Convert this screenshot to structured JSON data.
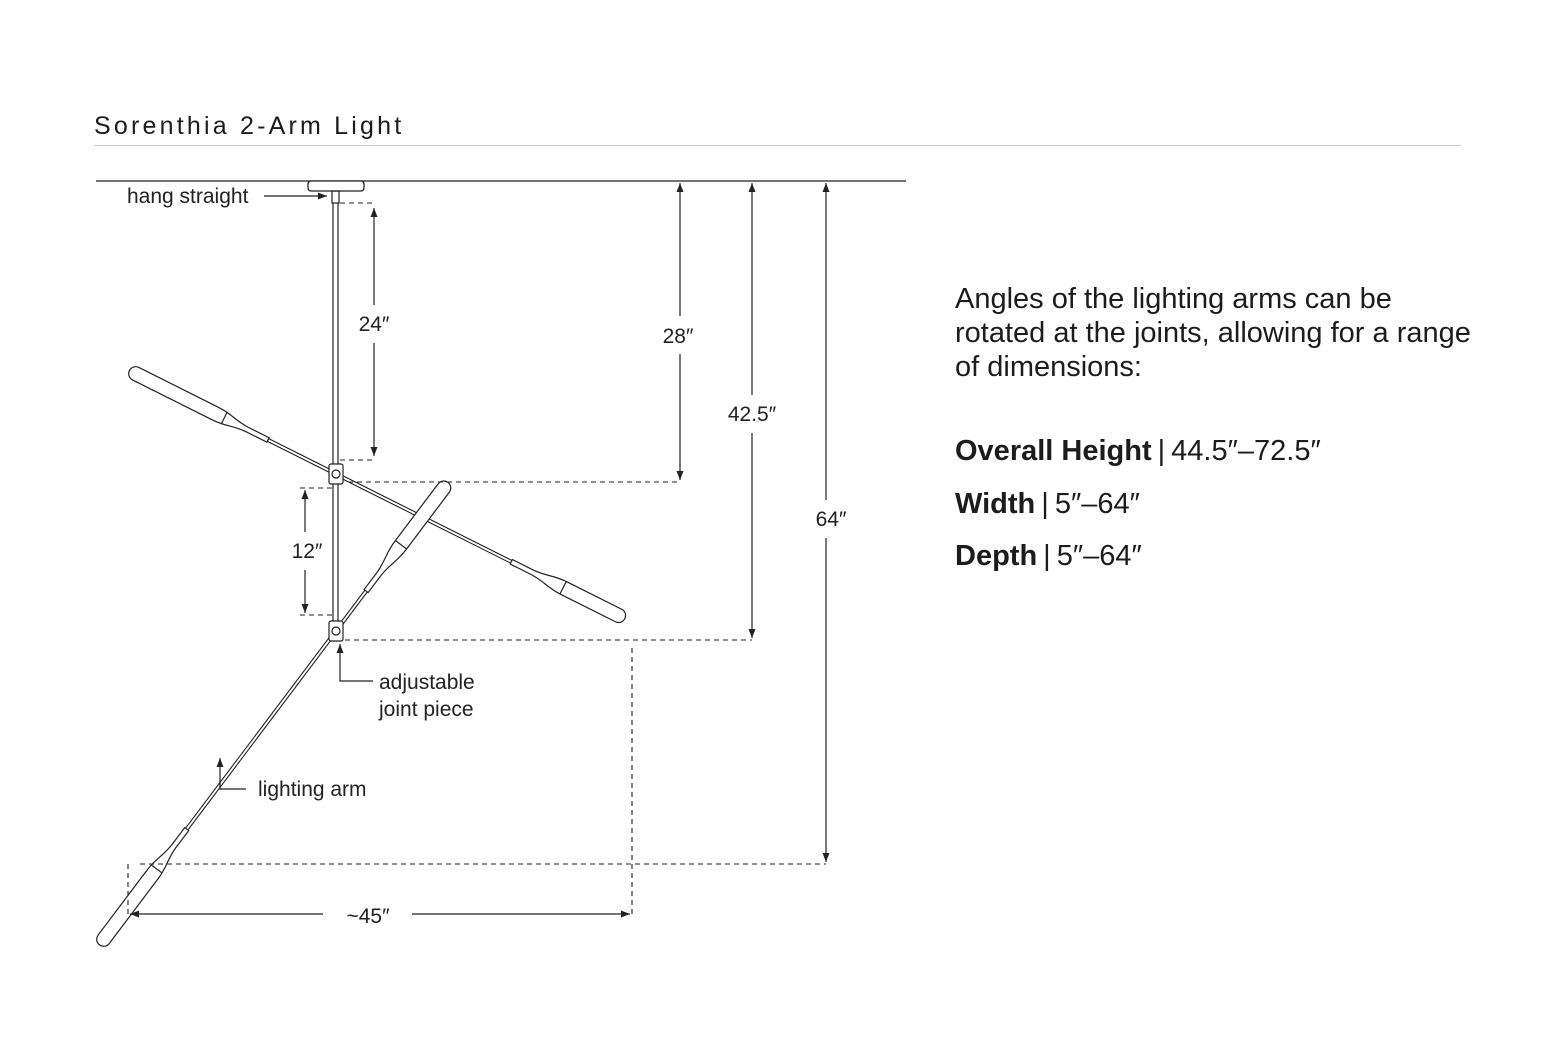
{
  "title": "Sorenthia 2-Arm Light",
  "callouts": {
    "hang_straight": "hang straight",
    "joint_line1": "adjustable",
    "joint_line2": "joint piece",
    "lighting_arm": "lighting arm"
  },
  "dimensions": {
    "d24": "24″",
    "d28": "28″",
    "d42": "42.5″",
    "d64": "64″",
    "d12": "12″",
    "d45": "~45″"
  },
  "description": "Angles of the lighting arms can be rotated at the joints, allowing for a range of dimensions:",
  "specs": [
    {
      "label": "Overall Height",
      "value": "44.5″–72.5″"
    },
    {
      "label": "Width",
      "value": "5″–64″"
    },
    {
      "label": "Depth",
      "value": "5″–64″"
    }
  ],
  "colors": {
    "line": "#222222",
    "rule": "#cfcfcf"
  }
}
